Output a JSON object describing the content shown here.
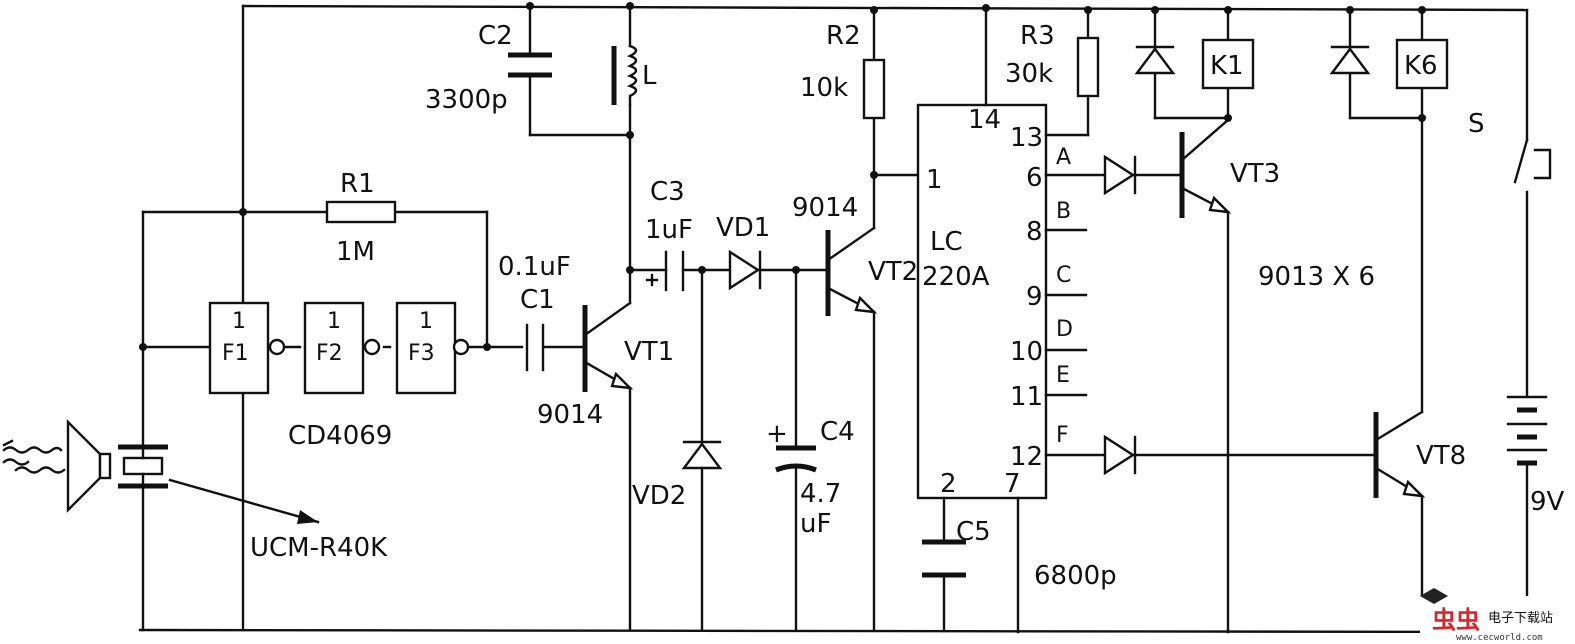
{
  "labels": {
    "c2": "C2",
    "c2_val": "3300p",
    "l": "L",
    "r2": "R2",
    "r2_val": "10k",
    "r3": "R3",
    "r3_val": "30k",
    "k1": "K1",
    "k6": "K6",
    "s": "S",
    "r1": "R1",
    "r1_val": "1M",
    "c3": "C3",
    "c3_val": "1uF",
    "vd1": "VD1",
    "vt2_model": "9014",
    "c1_val": "0.1uF",
    "c1": "C1",
    "gate_num": "1",
    "f1": "F1",
    "f2": "F2",
    "f3": "F3",
    "vt1": "VT1",
    "vt1_model": "9014",
    "cd4069": "CD4069",
    "vt2": "VT2",
    "ic_name": "LC",
    "ic_model": "220A",
    "vt3": "VT3",
    "vt_models": "9013 X 6",
    "vt8": "VT8",
    "vd2": "VD2",
    "c4": "C4",
    "c4_val": "4.7",
    "c4_unit": "uF",
    "c4_plus": "+",
    "c5": "C5",
    "c5_val": "6800p",
    "ucm": "UCM-R40K",
    "battery": "9V"
  },
  "ic": {
    "pins": {
      "p14": "14",
      "p1": "1",
      "p13": "13",
      "p6": "6",
      "p8": "8",
      "p9": "9",
      "p10": "10",
      "p11": "11",
      "p12": "12",
      "p2": "2",
      "p7": "7"
    },
    "outputs": {
      "a": "A",
      "b": "B",
      "c": "C",
      "d": "D",
      "e": "E",
      "f": "F"
    }
  },
  "watermark": {
    "brand": "虫虫",
    "text": "电子下载站",
    "url": "www.cecworld.com"
  }
}
